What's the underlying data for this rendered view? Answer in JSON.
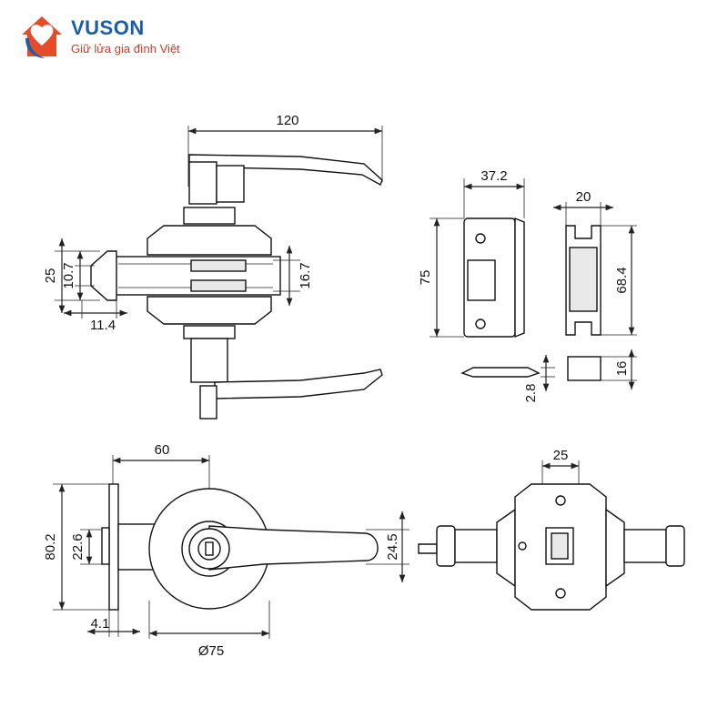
{
  "header": {
    "brand": "VUSON",
    "tagline": "Giữ lửa gia đình Việt",
    "brand_color": "#1a5ea8",
    "accent_color": "#e84b2a",
    "tagline_color": "#d9362b"
  },
  "dimensions": {
    "lever_length": "120",
    "latch_height": "25",
    "latch_inner": "10.7",
    "backset_small": "11.4",
    "bolt_height": "16.7",
    "plate_width": "37.2",
    "plate_height": "75",
    "strike_width": "20",
    "strike_height": "68.4",
    "plate_thickness": "2.8",
    "strike_depth": "16",
    "backset": "60",
    "face_height": "80.2",
    "face_inner": "22.6",
    "face_thickness": "4.1",
    "rose_diameter": "Ø75",
    "lever_height": "24.5",
    "body_width": "25"
  }
}
